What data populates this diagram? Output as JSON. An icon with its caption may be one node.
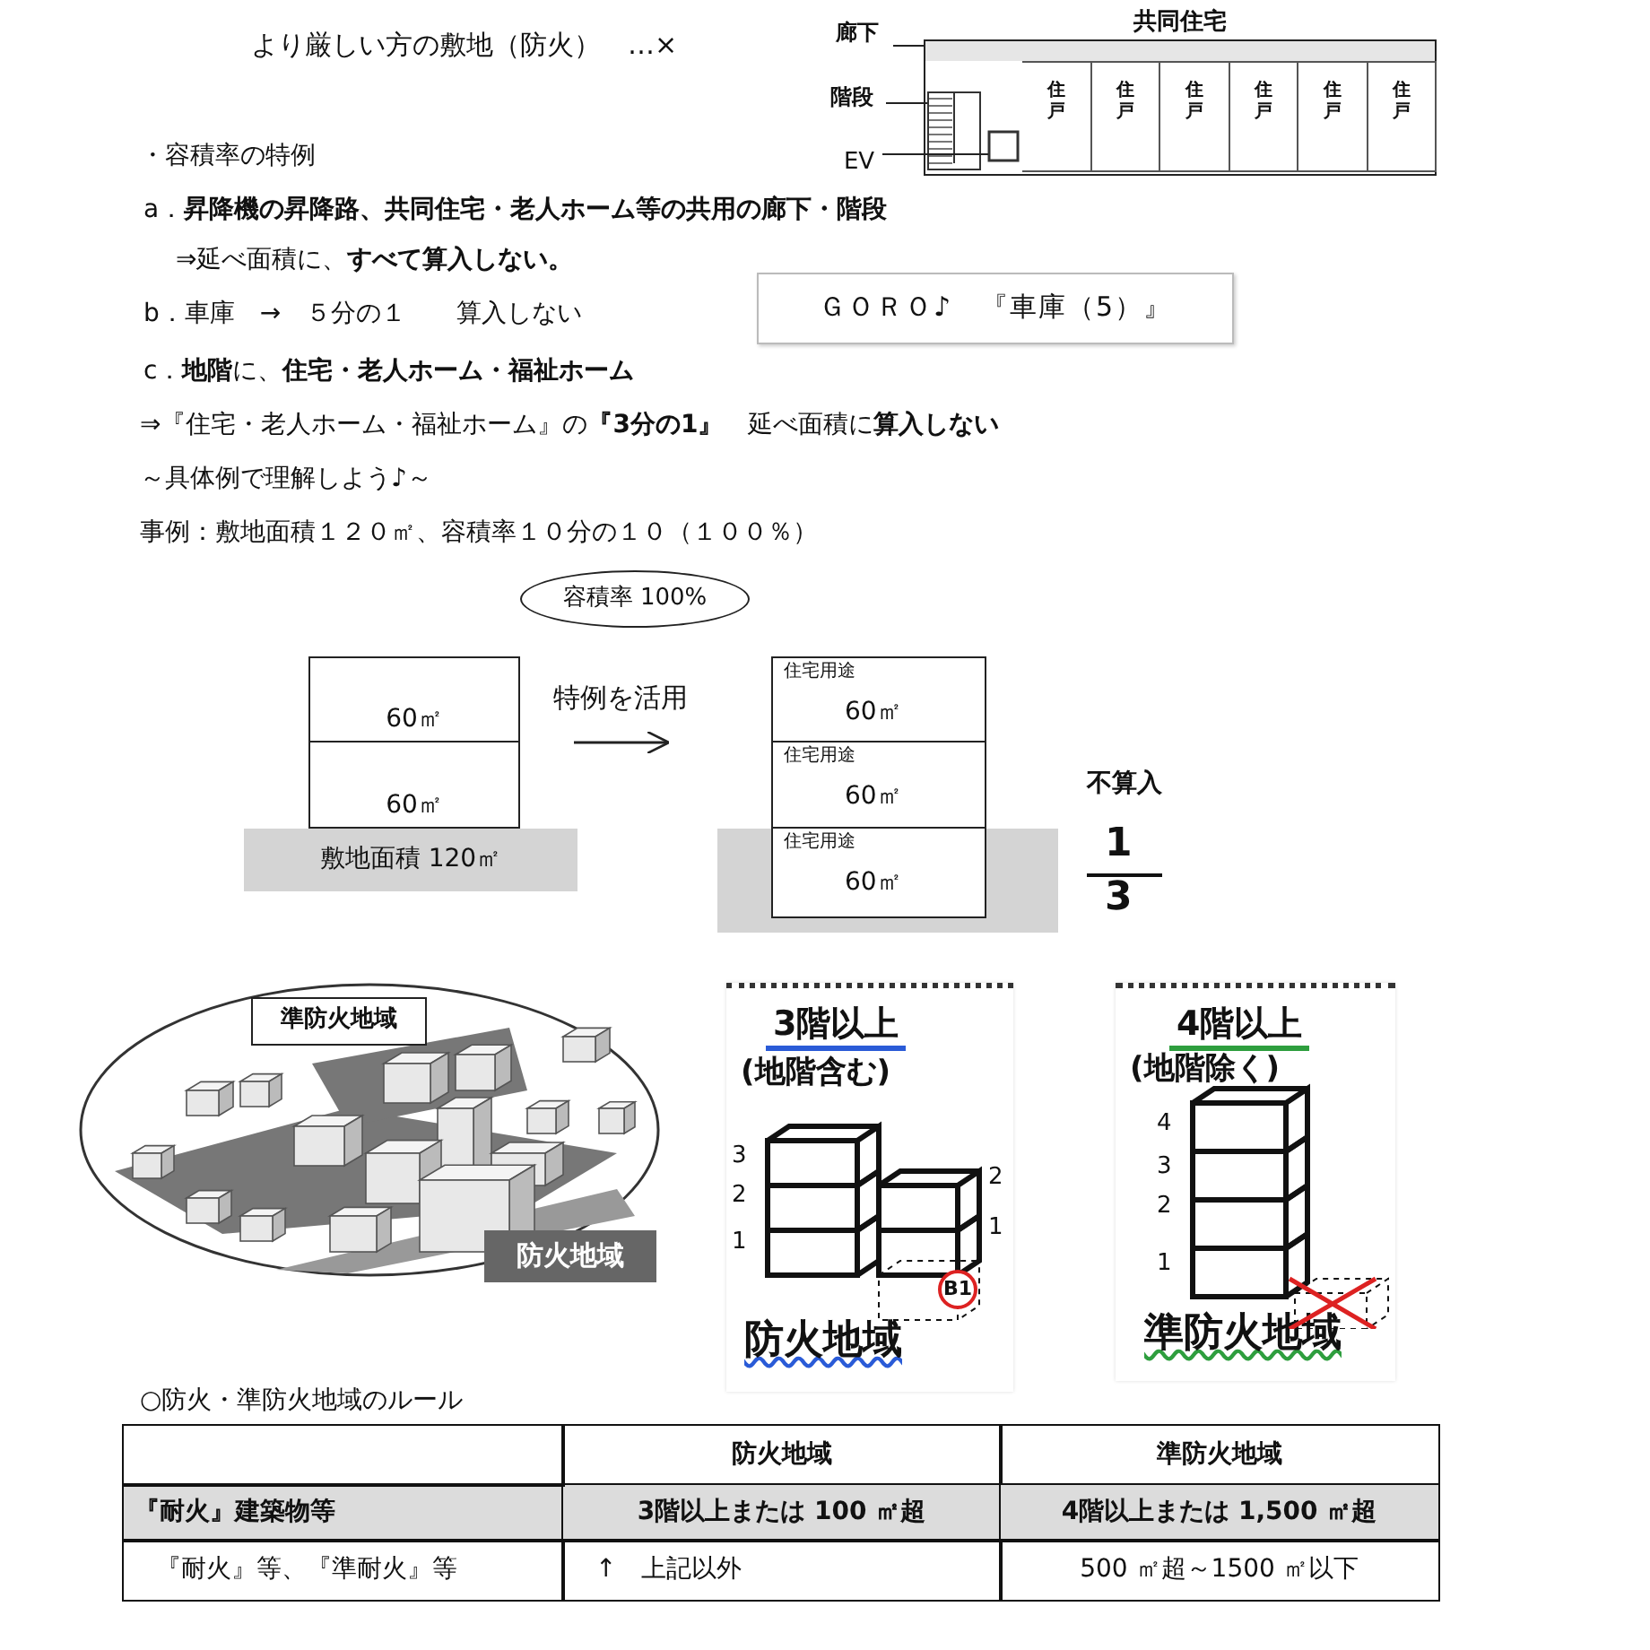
{
  "diagram": {
    "nodes": [
      {
        "text": [
          "共同住宅"
        ]
      },
      {
        "text": [
          "住戸"
        ],
        "in": 0
      },
      {
        "text": [
          "住戸"
        ],
        "in": 0
      },
      {
        "text": [
          "住戸"
        ],
        "in": 0
      },
      {
        "text": [
          "住戸"
        ],
        "in": 0
      },
      {
        "text": [
          "住戸"
        ],
        "in": 0
      },
      {
        "text": [
          "住戸"
        ],
        "in": 0
      },
      {
        "text": [],
        "shape": "box",
        "in": 0
      },
      {
        "text": [],
        "shape": "box",
        "in": 0
      },
      {
        "text": [],
        "shape": "box",
        "in": 0
      },
      {
        "text": [
          "廊下"
        ]
      },
      {
        "text": [
          "階段"
        ]
      },
      {
        "text": [
          "EV"
        ]
      },
      {
        "text": [
          "ＧＯＲＯ♪　『車庫（5）』"
        ]
      },
      {
        "text": [
          "容積率 100%"
        ]
      },
      {
        "text": [],
        "shape": "box"
      },
      {
        "text": [
          "60㎡"
        ],
        "in": 15
      },
      {
        "text": [
          "60㎡"
        ],
        "in": 15
      },
      {
        "text": [
          "敷地面積 120㎡"
        ]
      },
      {
        "text": [],
        "shape": "box"
      },
      {
        "text": [
          "住宅用途",
          "60㎡"
        ],
        "in": 19
      },
      {
        "text": [
          "住宅用途",
          "60㎡"
        ],
        "in": 19
      },
      {
        "text": [
          "住宅用途",
          "60㎡"
        ],
        "in": 19
      },
      {
        "text": [],
        "shape": "picture"
      },
      {
        "text": [
          "準防火地域"
        ],
        "in": 23
      },
      {
        "text": [
          "防火地域"
        ]
      },
      {
        "text": [
          "3階以上",
          "(地階含む)",
          "防火地域"
        ]
      },
      {
        "text": [
          "4階以上",
          "(地階除く)",
          "準防火地域"
        ]
      },
      {
        "text": [
          "B1"
        ],
        "in": 26
      }
    ],
    "edges": [
      {
        "from": 10,
        "to": 7,
        "arrow": "none"
      },
      {
        "from": 11,
        "to": 8,
        "arrow": "none"
      },
      {
        "from": 12,
        "to": 9,
        "arrow": "none"
      },
      {
        "from": 15,
        "to": 19,
        "arrow": "to",
        "label": "特例を活用"
      }
    ],
    "labels": [
      "より厳しい方の敷地（防火）　…×",
      "・容積率の特例",
      "a．**昇降機の昇降路、共同住宅・老人ホーム等の共用の廊下・階段**",
      "⇒延べ面積に、**すべて算入しない。**",
      "b．車庫　→　５分の１　　算入しない",
      "c．**地階**に、**住宅・老人ホーム・福祉ホーム**",
      "⇒『住宅・老人ホーム・福祉ホーム』の**『3分の1』**　延べ面積に**算入しない**",
      "～具体例で理解しよう♪～",
      "事例：敷地面積１２０㎡、容積率１０分の１０（１００％）",
      "不算入",
      "1",
      "3",
      "3",
      "2",
      "1",
      "2",
      "1",
      "4",
      "3",
      "2",
      "1",
      "○防火・準防火地域のルール",
      "防火地域",
      "準防火地域",
      "『耐火』建築物等",
      "3階以上または 100 ㎡超",
      "4階以上または 1,500 ㎡超",
      "『耐火』等、『準耐火』等",
      "↑　上記以外",
      "500 ㎡超～1500 ㎡以下"
    ]
  }
}
